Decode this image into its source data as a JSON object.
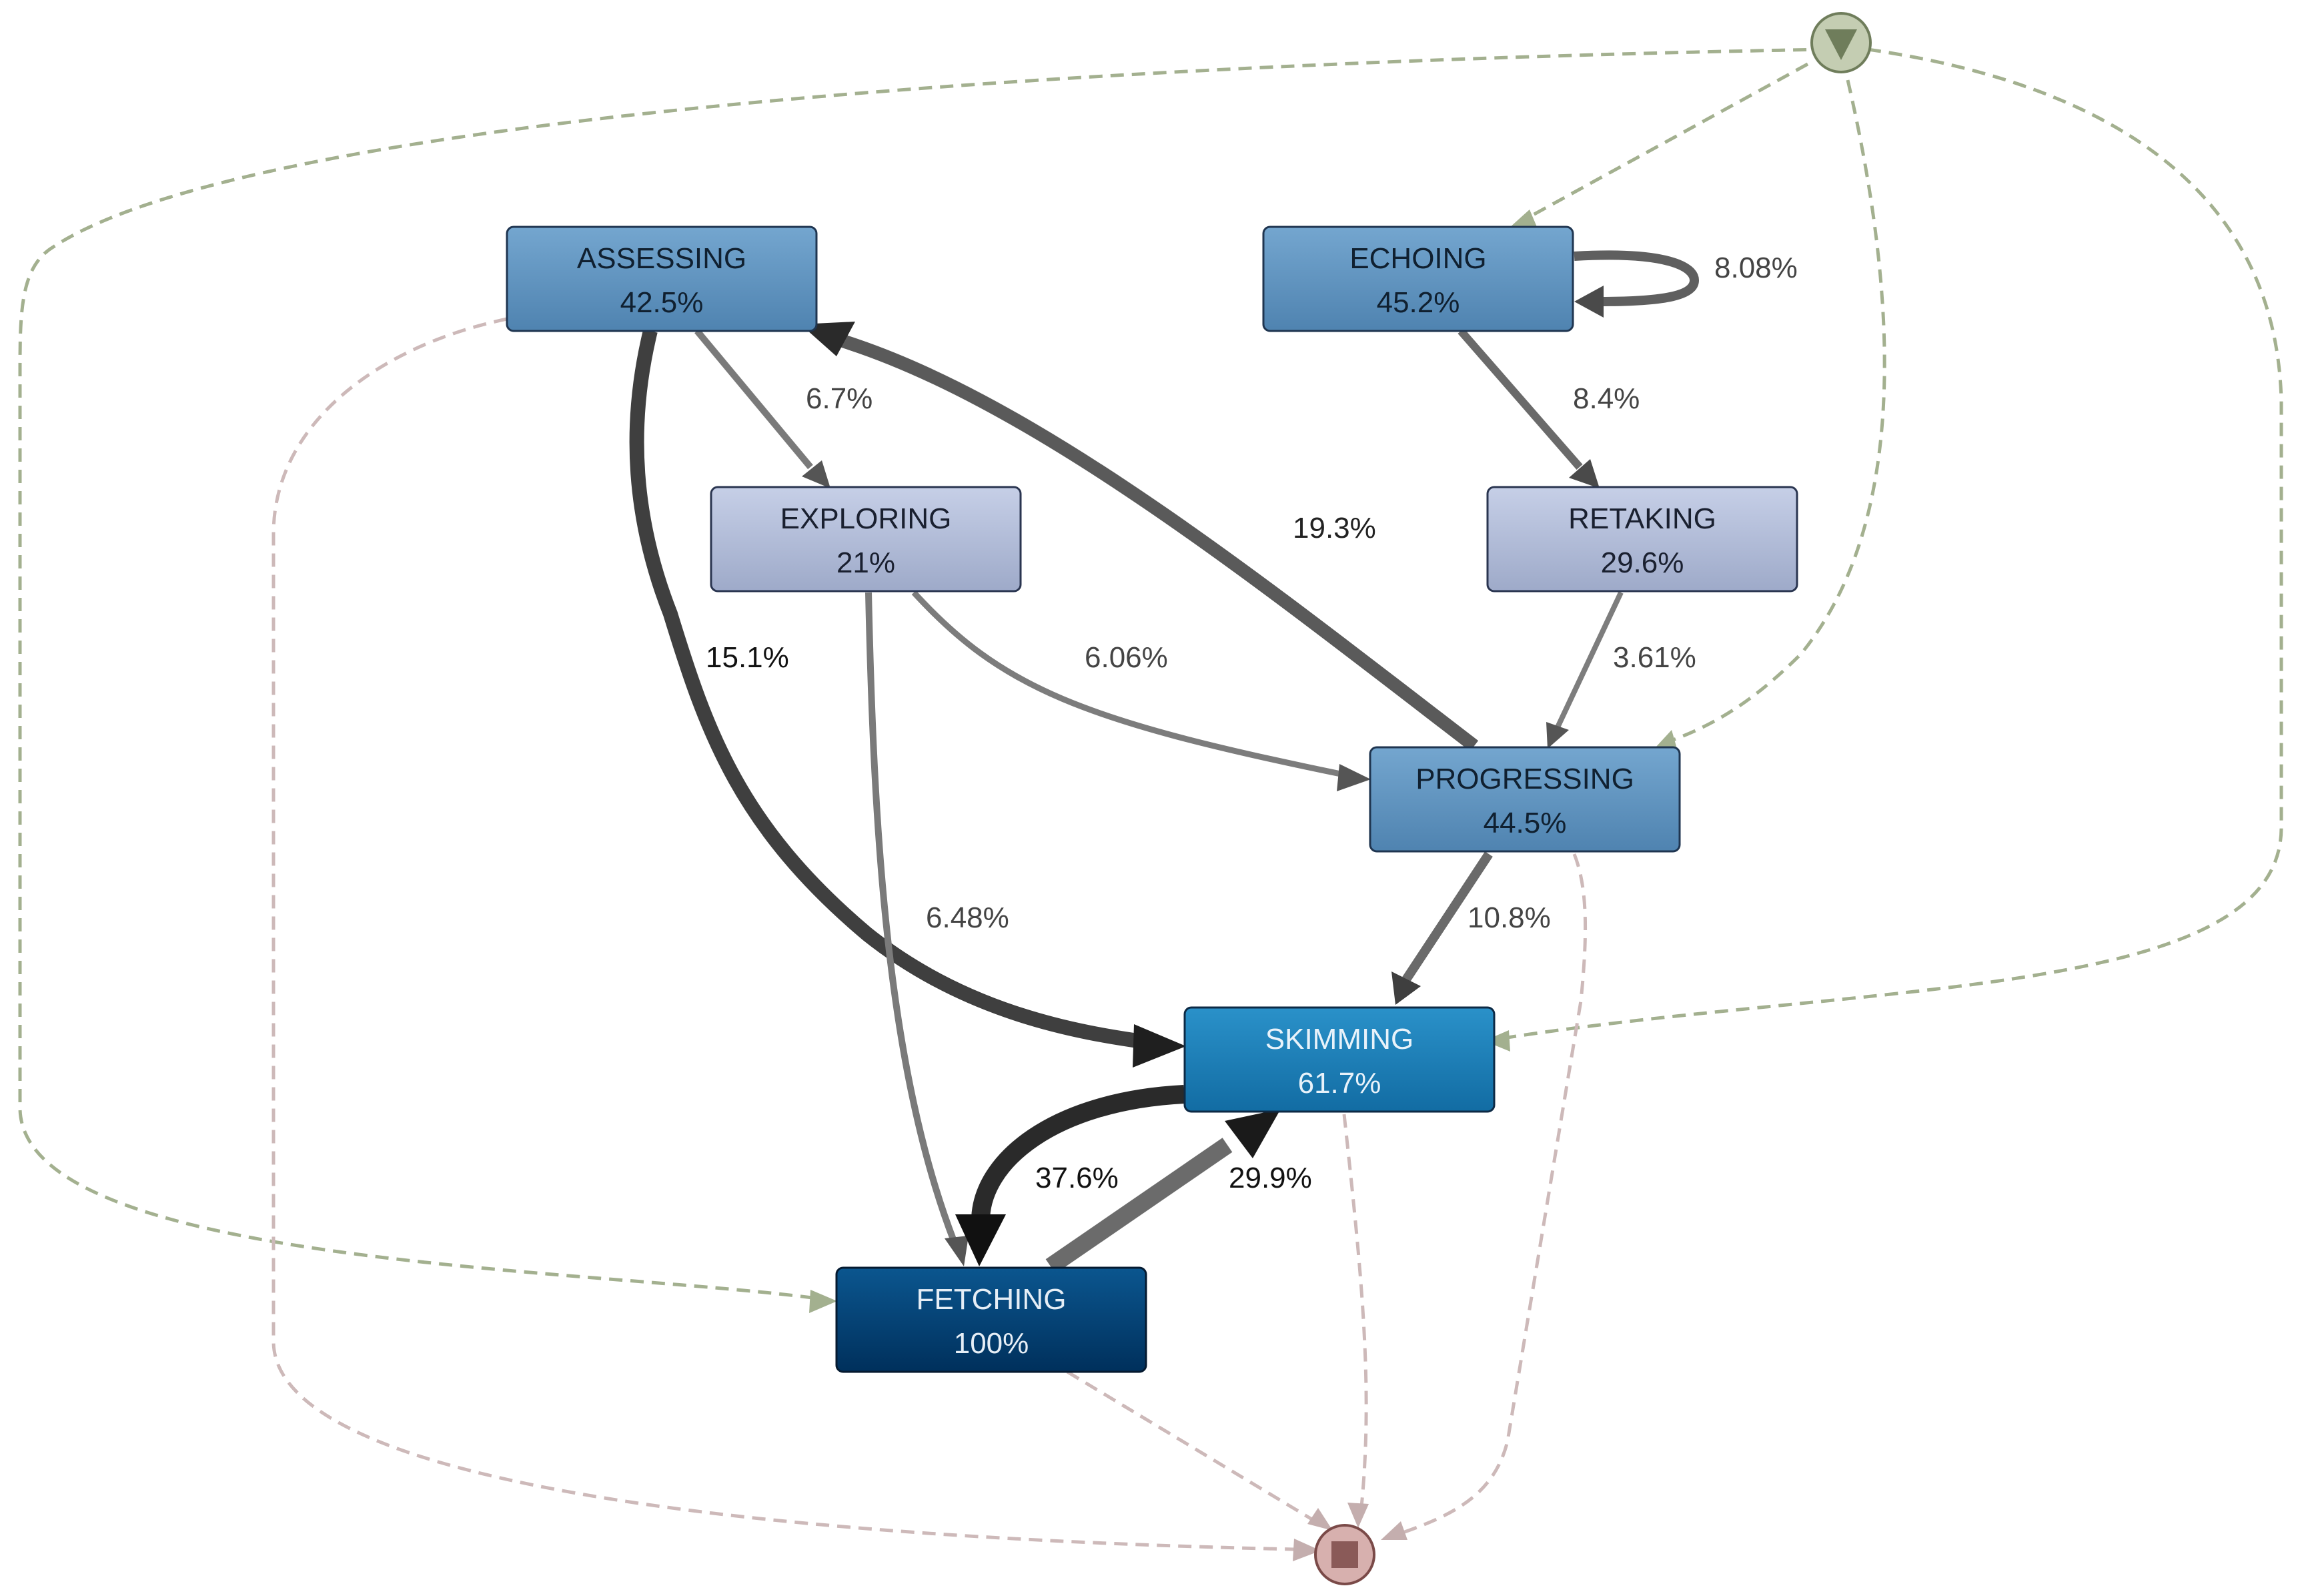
{
  "nodes": {
    "assessing": {
      "name": "ASSESSING",
      "value": "42.5%"
    },
    "echoing": {
      "name": "ECHOING",
      "value": "45.2%"
    },
    "exploring": {
      "name": "EXPLORING",
      "value": "21%"
    },
    "retaking": {
      "name": "RETAKING",
      "value": "29.6%"
    },
    "progressing": {
      "name": "PROGRESSING",
      "value": "44.5%"
    },
    "skimming": {
      "name": "SKIMMING",
      "value": "61.7%"
    },
    "fetching": {
      "name": "FETCHING",
      "value": "100%"
    }
  },
  "edges": {
    "echoing_self": "8.08%",
    "assessing_exploring": "6.7%",
    "echoing_retaking": "8.4%",
    "progressing_assessing": "19.3%",
    "assessing_skimming": "15.1%",
    "exploring_progressing": "6.06%",
    "retaking_progressing": "3.61%",
    "exploring_fetching": "6.48%",
    "progressing_skimming": "10.8%",
    "skimming_fetching": "37.6%",
    "fetching_skimming": "29.9%"
  },
  "colors": {
    "start_edge": "#a3b08f",
    "end_edge": "#c9b3b3",
    "node_light": "#b3bfdb",
    "node_mid": "#6699c2",
    "node_bright": "#1f7fb5",
    "node_dark": "#063f72"
  },
  "icons": {
    "start": "triangle-down-icon",
    "end": "square-stop-icon"
  }
}
